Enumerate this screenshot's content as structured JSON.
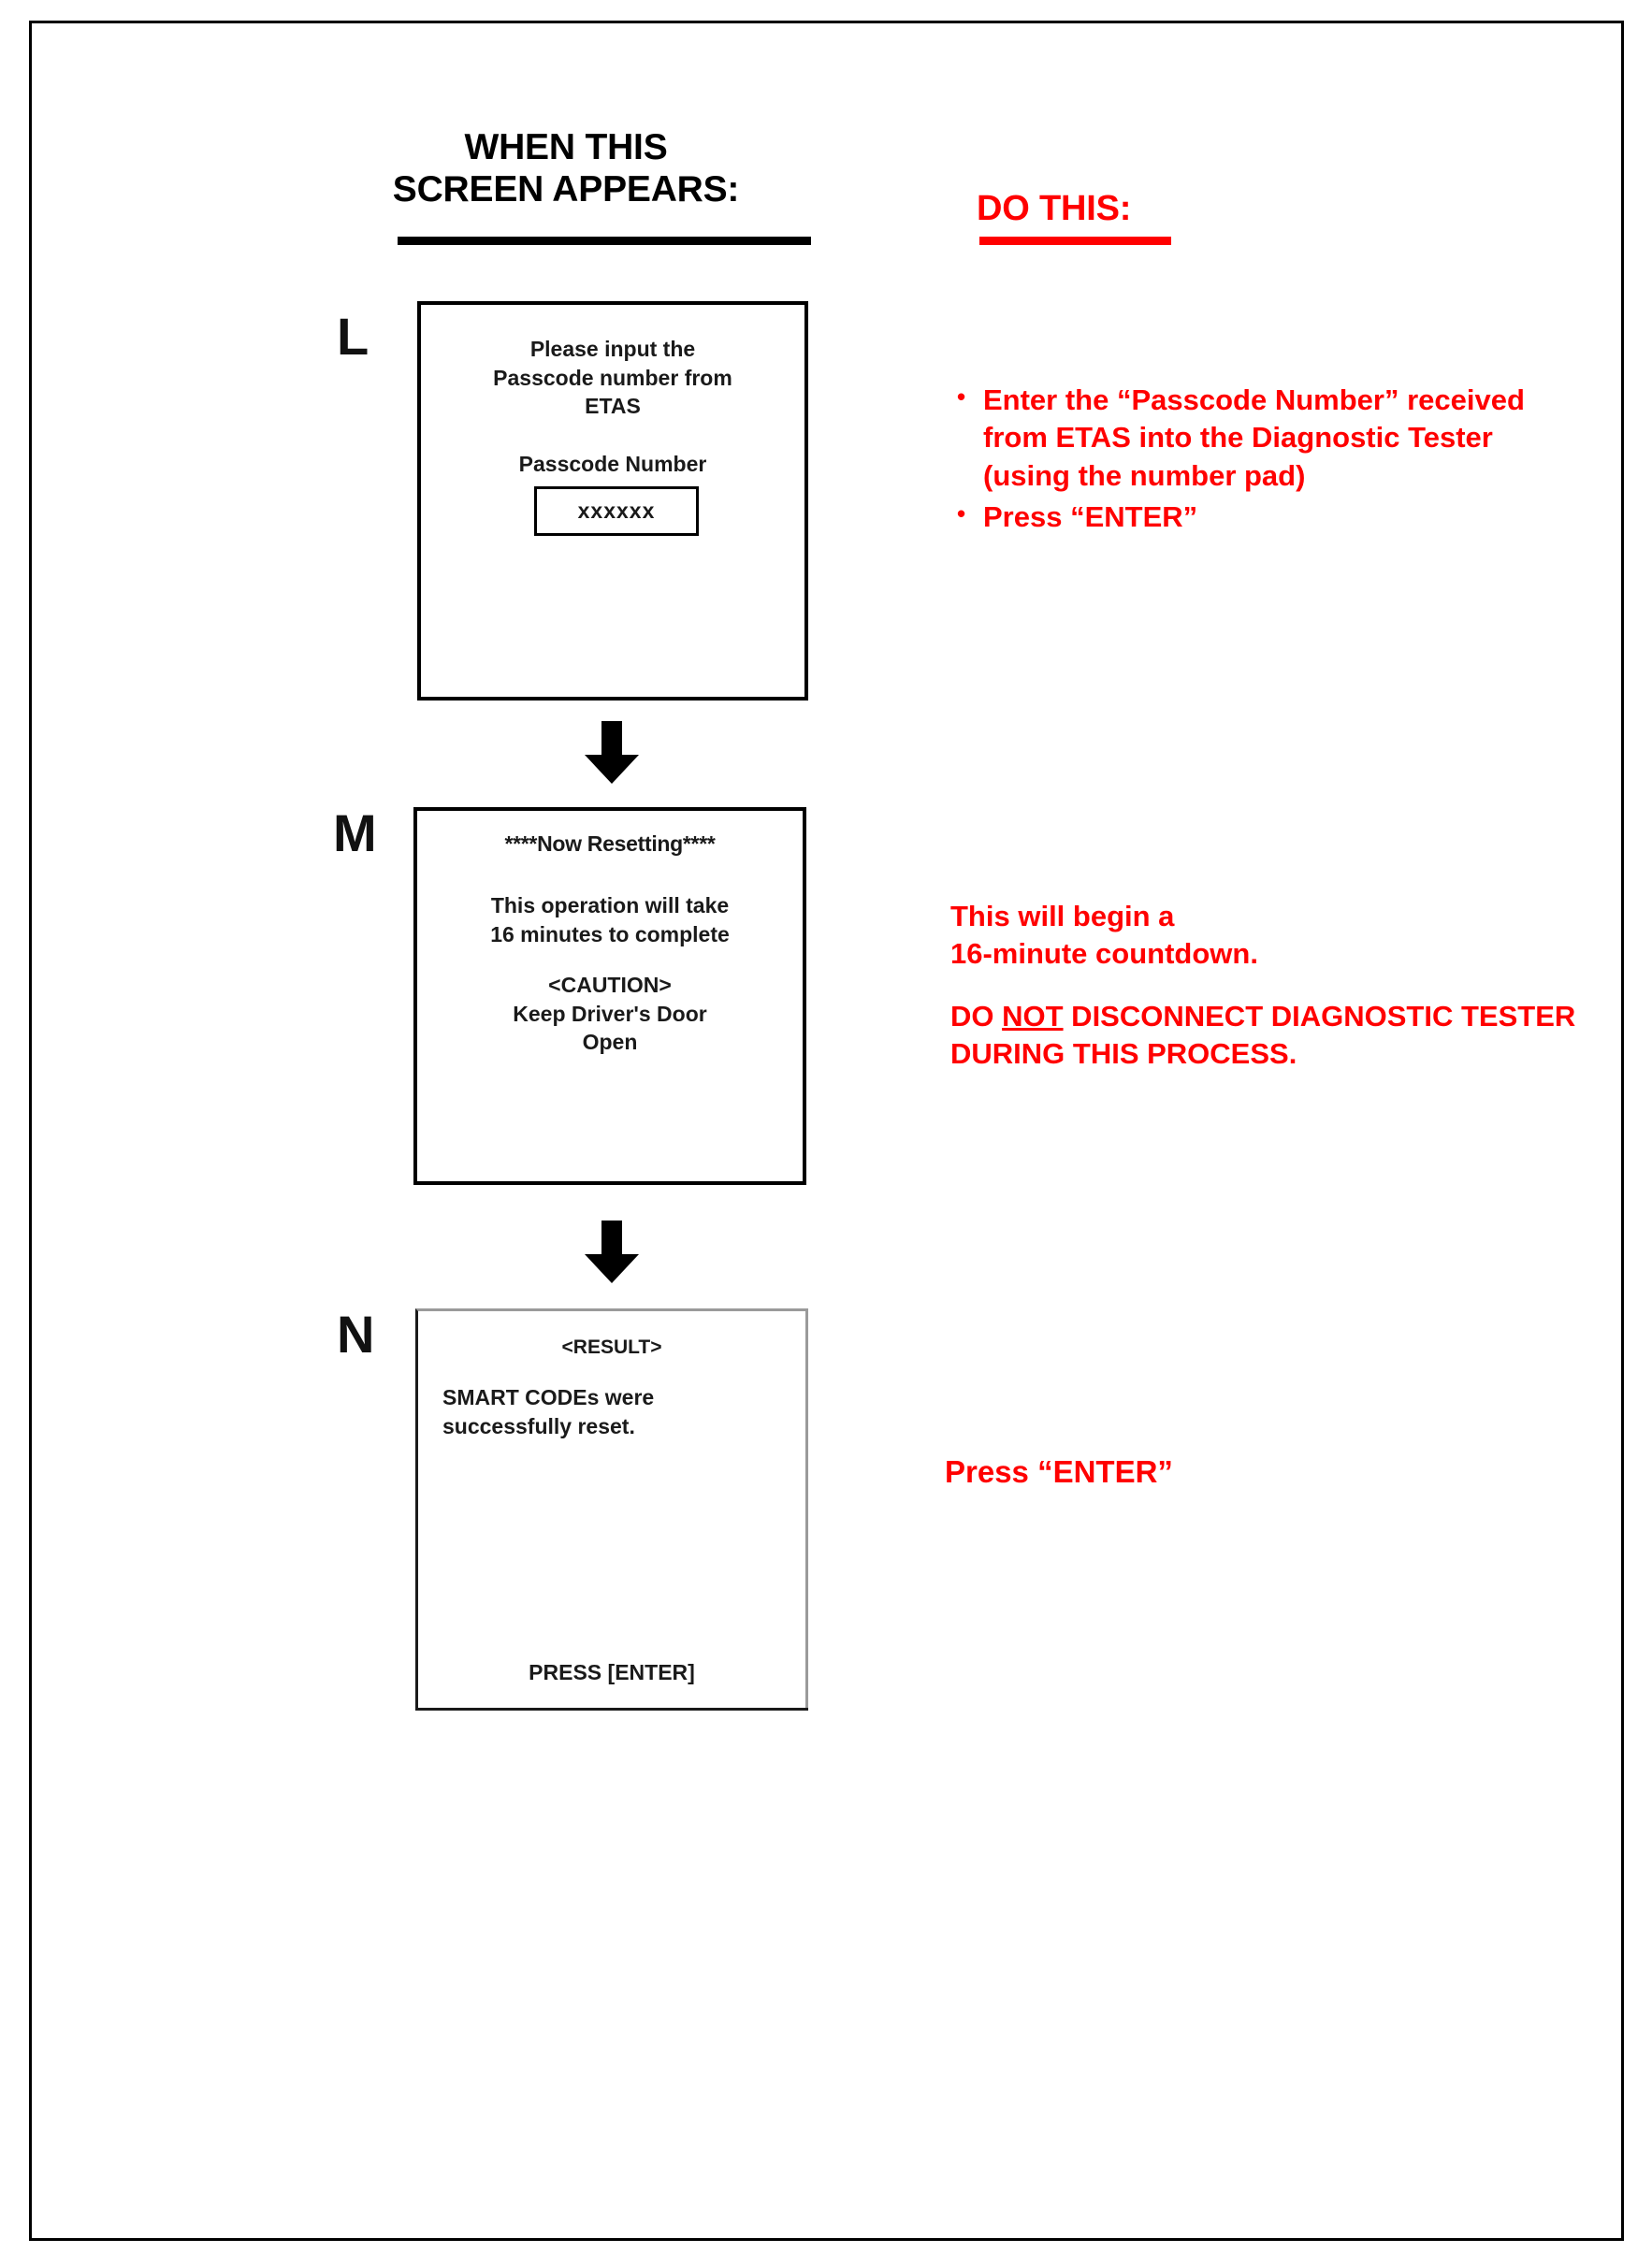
{
  "headings": {
    "left": "WHEN THIS\nSCREEN APPEARS:",
    "right": "DO THIS:"
  },
  "colors": {
    "instruction_red": "#ff0000",
    "text_black": "#000000",
    "screen_border": "#000000",
    "screen_n_border": "#9a9a9a"
  },
  "steps": [
    {
      "letter": "L",
      "screen": {
        "prompt": "Please input the\nPasscode number from\nETAS",
        "field_label": "Passcode Number",
        "field_value": "xxxxxx"
      },
      "instructions": {
        "bullets": [
          "Enter the “Passcode Number” received from  ETAS into the Diagnostic Tester (using the number pad)",
          "Press “ENTER”"
        ]
      }
    },
    {
      "letter": "M",
      "screen": {
        "title": "****Now Resetting****",
        "duration": "This operation will take\n16 minutes to complete",
        "caution": "<CAUTION>\nKeep Driver's Door\nOpen"
      },
      "instructions": {
        "paragraph1": "This will begin a\n16-minute countdown.",
        "warning_prefix": "DO ",
        "warning_emphasis": "NOT",
        "warning_suffix": " DISCONNECT DIAGNOSTIC TESTER DURING THIS PROCESS."
      }
    },
    {
      "letter": "N",
      "screen": {
        "title": "<RESULT>",
        "body": "SMART CODEs were successfully reset.",
        "footer": "PRESS [ENTER]"
      },
      "instructions": {
        "text": "Press “ENTER”"
      }
    }
  ],
  "icons": {
    "arrow": "arrow-down-icon"
  }
}
